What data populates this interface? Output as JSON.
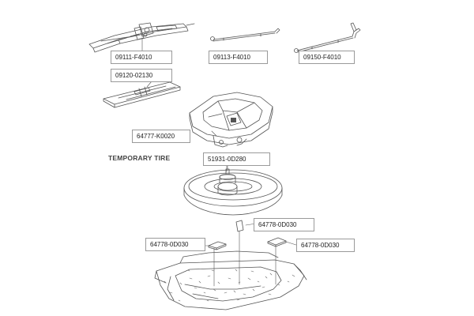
{
  "section_title": "TEMPORARY TIRE",
  "parts": [
    {
      "id": "jack",
      "part_number": "09111-F4010",
      "icon": "scissor-jack-icon"
    },
    {
      "id": "jack-handle-extension",
      "part_number": "09113-F4010",
      "icon": "handle-rod-icon"
    },
    {
      "id": "wheel-nut-wrench",
      "part_number": "09150-F4010",
      "icon": "lug-wrench-icon"
    },
    {
      "id": "tool-bag",
      "part_number": "09120-02130",
      "icon": "tool-bag-icon"
    },
    {
      "id": "tool-tray",
      "part_number": "64777-K0020",
      "icon": "tool-tray-icon"
    },
    {
      "id": "spare-tire-clamp",
      "part_number": "51931-0D280",
      "icon": "spare-tire-icon"
    },
    {
      "id": "spacer-top",
      "part_number": "64778-0D030",
      "icon": "spacer-pad-icon"
    },
    {
      "id": "spacer-left",
      "part_number": "64778-0D030",
      "icon": "spacer-pad-icon"
    },
    {
      "id": "spacer-right",
      "part_number": "64778-0D030",
      "icon": "spacer-pad-icon"
    }
  ],
  "colors": {
    "line": "#555555",
    "label_border": "#9a9a9a",
    "text": "#222222",
    "background": "#ffffff"
  }
}
